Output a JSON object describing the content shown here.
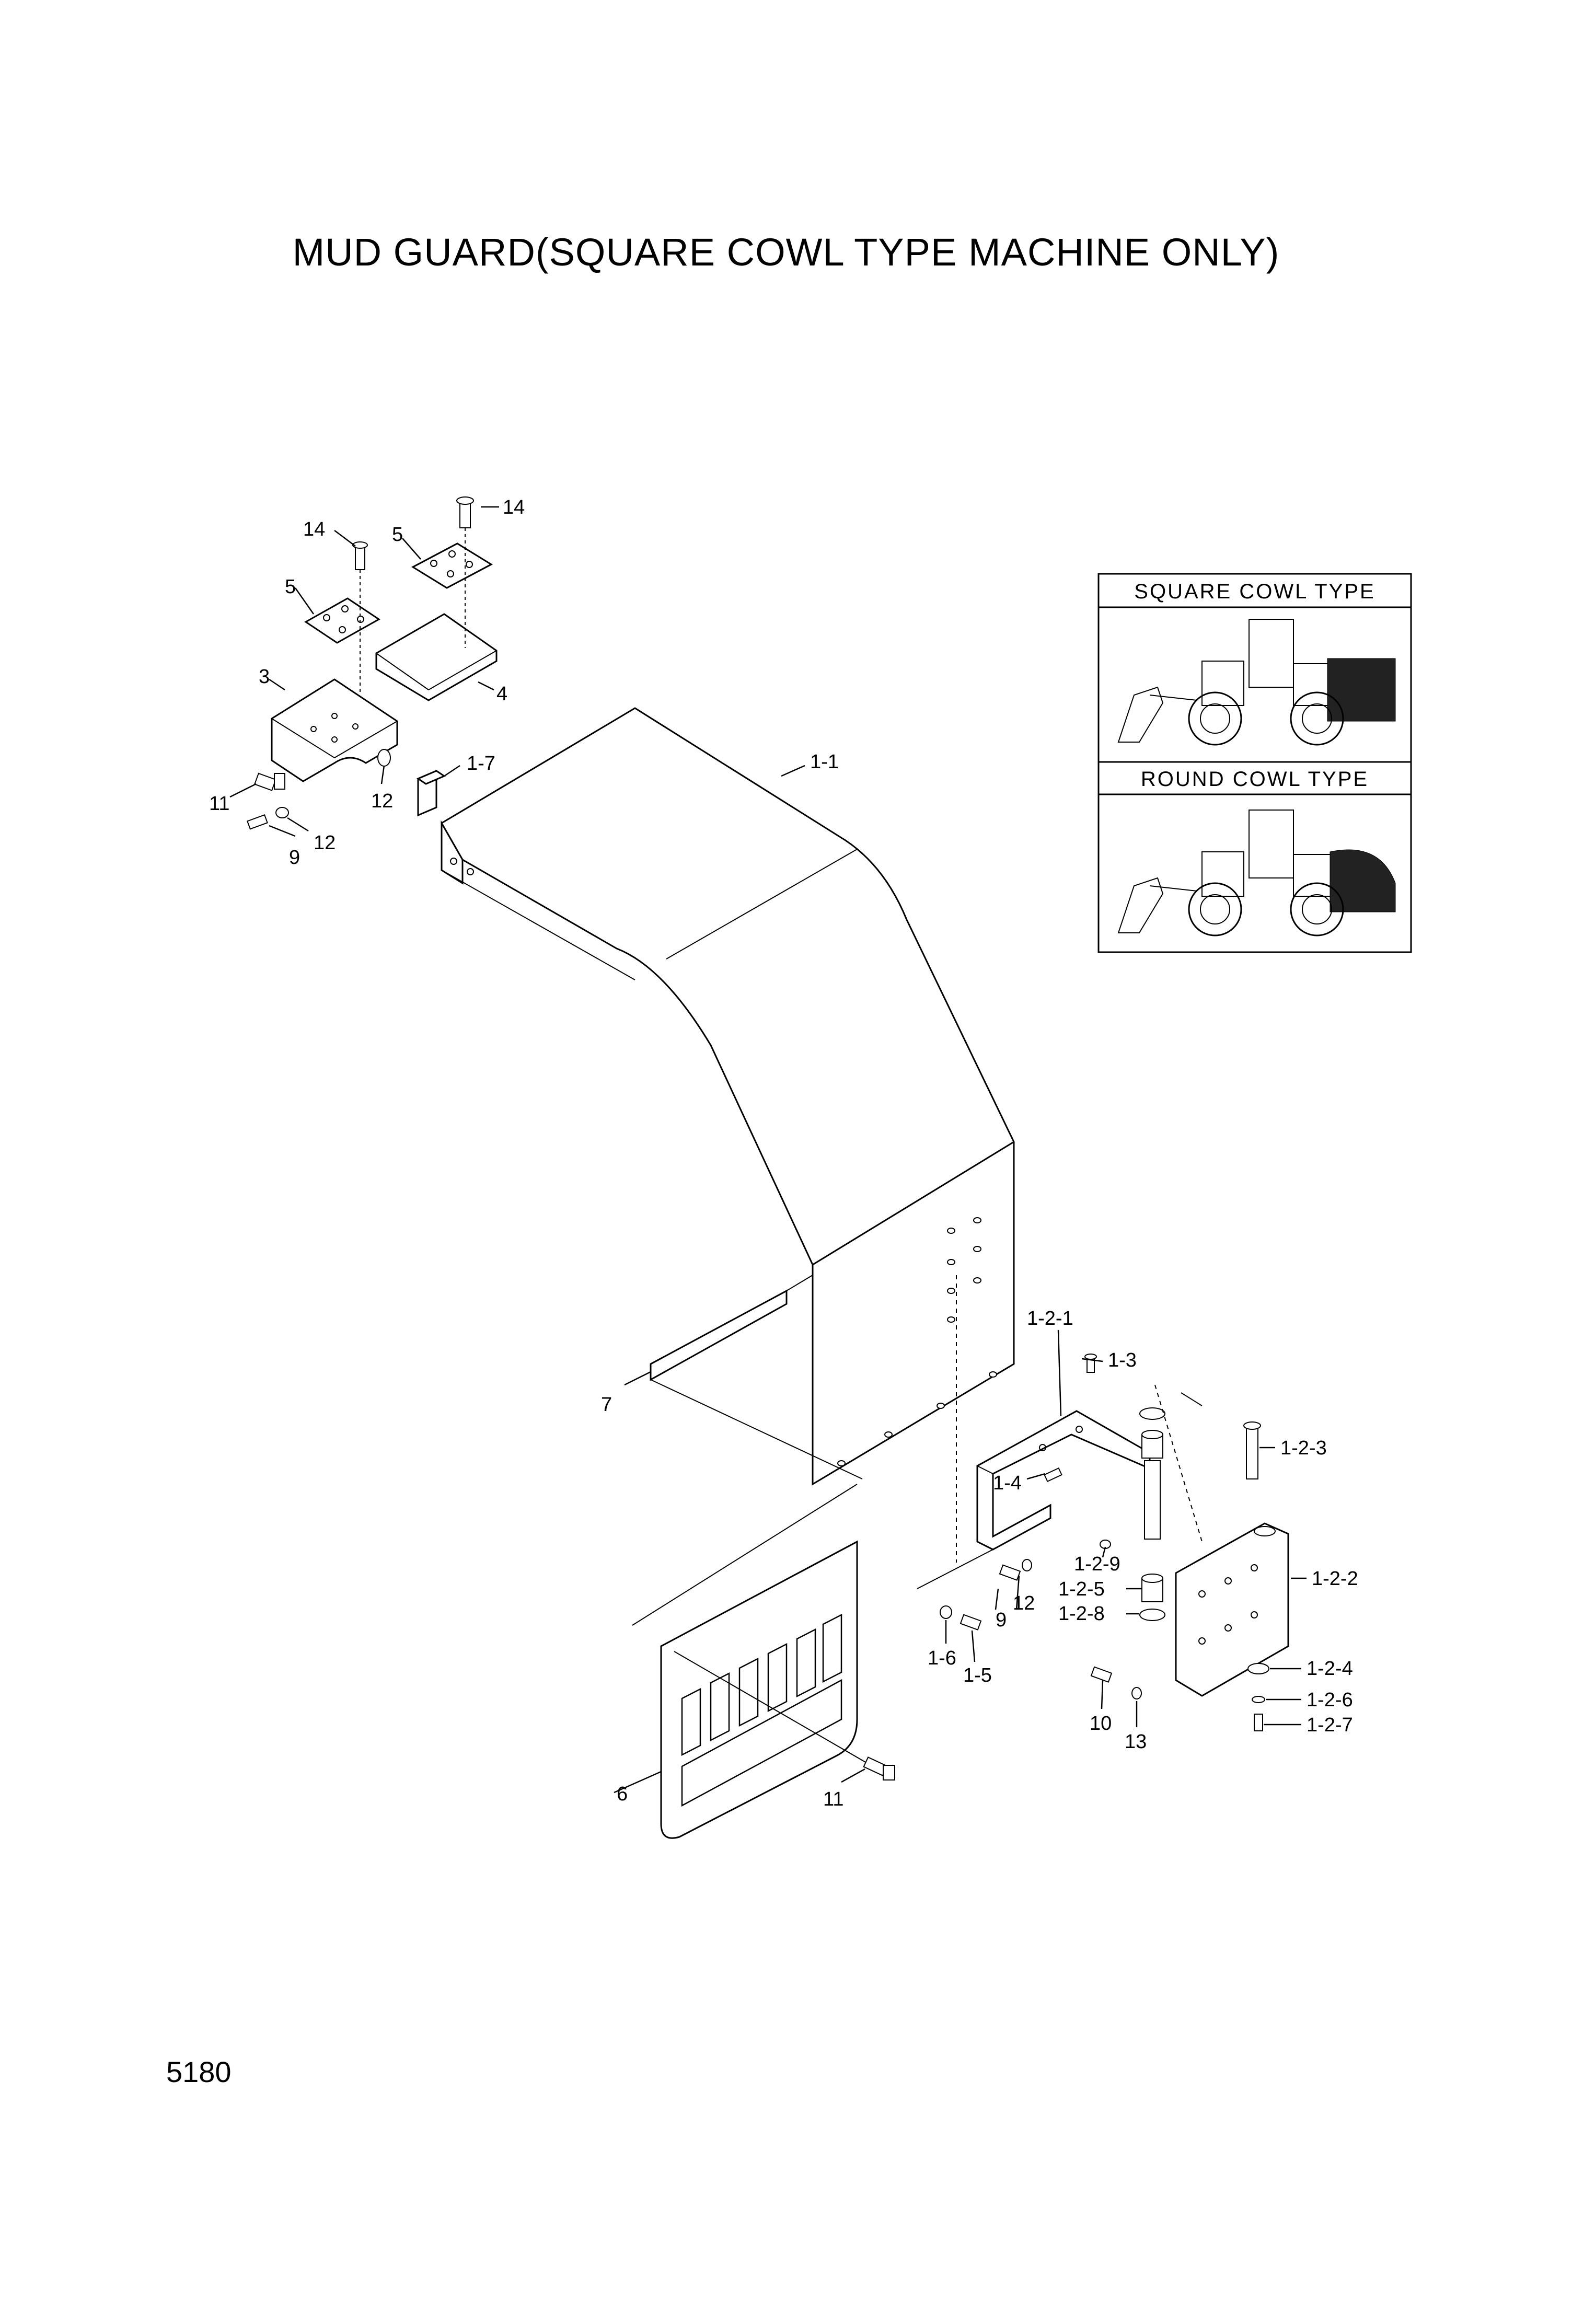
{
  "title": "MUD GUARD(SQUARE COWL TYPE MACHINE ONLY)",
  "page_number": "5180",
  "inset": {
    "square_label": "SQUARE COWL TYPE",
    "round_label": "ROUND COWL TYPE"
  },
  "callouts": {
    "c14a": "14",
    "c14b": "14",
    "c5a": "5",
    "c5b": "5",
    "c3": "3",
    "c4": "4",
    "c11a": "11",
    "c12a": "12",
    "c12b": "12",
    "c9a": "9",
    "c1_7": "1-7",
    "c1_1": "1-1",
    "c7": "7",
    "c1_2_1": "1-2-1",
    "c1_3": "1-3",
    "c1_2_3": "1-2-3",
    "c1_4": "1-4",
    "c1_2_9": "1-2-9",
    "c1_2_5": "1-2-5",
    "c1_2_8": "1-2-8",
    "c1_2_2": "1-2-2",
    "c9b": "9",
    "c12c": "12",
    "c1_6": "1-6",
    "c1_5": "1-5",
    "c1_2_4": "1-2-4",
    "c1_2_6": "1-2-6",
    "c1_2_7": "1-2-7",
    "c10": "10",
    "c13": "13",
    "c6": "6",
    "c11b": "11"
  }
}
